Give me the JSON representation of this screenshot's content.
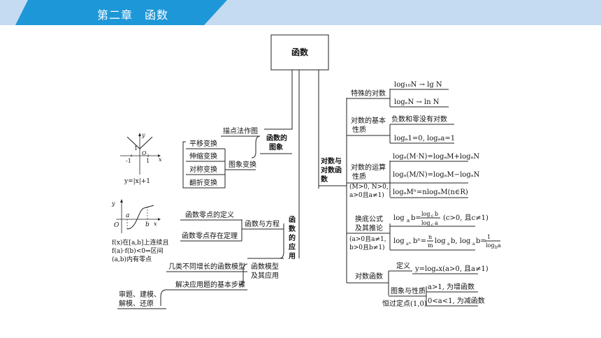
{
  "header": {
    "title": "第二章　函数"
  },
  "root": "函数",
  "branches": {
    "graph": {
      "label": [
        "函数的",
        "图象"
      ],
      "plot_label": "描点法作图",
      "transform_label": "图象变换",
      "transforms": [
        "平移变换",
        "伸缩变换",
        "对称变换",
        "翻折变换"
      ]
    },
    "application": {
      "label": [
        "函",
        "数",
        "的",
        "应",
        "用"
      ],
      "equation_label": "函数与方程",
      "equation_items": [
        "函数零点的定义",
        "函数零点存在定理"
      ],
      "model_label": [
        "函数模型",
        "及其应用"
      ],
      "model_items": [
        "几类不同增长的函数模型",
        "解决应用题的基本步骤"
      ],
      "steps": [
        "审题、建模、",
        "解模、还原"
      ]
    },
    "log": {
      "label": [
        "对数与",
        "对数函",
        "数"
      ],
      "special": {
        "label": "特殊的对数",
        "items": [
          "log₁₀N → lg N",
          "logₑN → ln N"
        ]
      },
      "basic": {
        "label": [
          "对数的基本",
          "性质"
        ],
        "items": [
          "负数和零没有对数",
          "logₐ1=0, logₐa=1"
        ]
      },
      "operations": {
        "label": [
          "对数的运算",
          "性质"
        ],
        "condition": [
          "(M>0, N>0,",
          "a>0且a≠1)"
        ],
        "items": [
          "logₐ(M·N)=logₐM+logₐN",
          "logₐ(M/N)=logₐM−logₐN",
          "logₐMⁿ=nlogₐM(n∈R)"
        ]
      },
      "change_base": {
        "label": [
          "换底公式",
          "及其推论"
        ],
        "condition": [
          "(a>0且a≠1,",
          "b>0且b≠1)"
        ],
        "formula1": "log_a b = log_c b / log_c a (c>0, 且c≠1)",
        "formula2": "log_{a^m} b^n = (n/m) log_a b, log_a b = 1/(log_b a)"
      },
      "log_function": {
        "label": "对数函数",
        "definition_label": "定义",
        "definition": "y=logₐx(a>0, 且a≠1)",
        "graph_label": "图象与性质",
        "fixed_point": "恒过定点(1,0)",
        "increasing": "a>1, 为增函数",
        "decreasing": "0<a<1, 为减函数"
      }
    }
  },
  "side_figures": {
    "abs_graph": {
      "caption": "y=|x|+1",
      "ticks": [
        "1",
        "-1",
        "1"
      ],
      "axis_labels": [
        "y",
        "x"
      ],
      "origin": "O"
    },
    "ivt_graph": {
      "caption": [
        "f(x)在[a,b]上连续且",
        "f(a)·f(b)<0⇒区间",
        "(a,b)内有零点"
      ],
      "axis_labels": [
        "y",
        "x"
      ],
      "origin": "O",
      "marks": [
        "a",
        "b"
      ]
    }
  }
}
